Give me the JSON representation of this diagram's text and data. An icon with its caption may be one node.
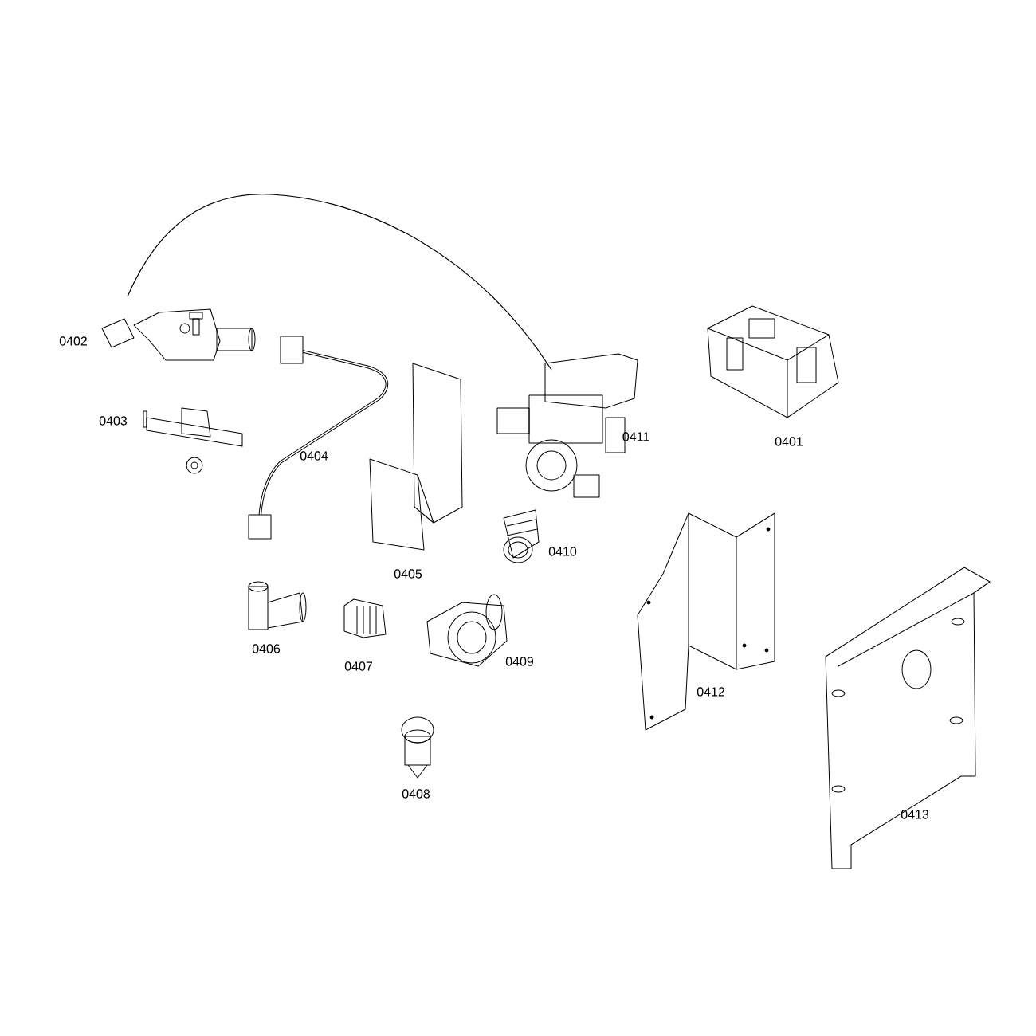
{
  "diagram": {
    "labels": [
      "0402",
      "0403",
      "0411",
      "0401",
      "0404",
      "0410",
      "0405",
      "0406",
      "0409",
      "0407",
      "0412",
      "0408",
      "0413"
    ]
  }
}
